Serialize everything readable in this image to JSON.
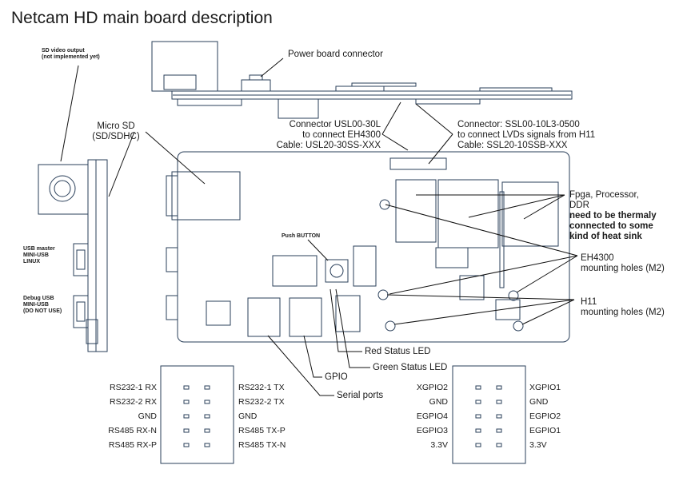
{
  "title": "Netcam HD main board description",
  "labels": {
    "sd_video_1": "SD video output",
    "sd_video_2": "(not implemented yet)",
    "power_board": "Power board connector",
    "micro_sd_1": "Micro SD",
    "micro_sd_2": "(SD/SDHC)",
    "conn1_1": "Connector USL00-30L",
    "conn1_2": "to connect EH4300",
    "conn1_3": "Cable: USL20-30SS-XXX",
    "conn2_1": "Connector: SSL00-10L3-0500",
    "conn2_2": "to connect LVDs signals from H11",
    "conn2_3": "Cable: SSL20-10SSB-XXX",
    "usb_master_1": "USB master",
    "usb_master_2": "MINI-USB",
    "usb_master_3": "LINUX",
    "debug_usb_1": "Debug USB",
    "debug_usb_2": "MINI-USB",
    "debug_usb_3": "(DO NOT USE)",
    "push_button": "Push BUTTON",
    "fpga_1": "Fpga, Processor,",
    "fpga_2": "DDR",
    "thermal_1": "need to be thermaly",
    "thermal_2": "connected to some",
    "thermal_3": "kind of heat sink",
    "eh4300_1": "EH4300",
    "eh4300_2": "mounting holes (M2)",
    "h11_1": "H11",
    "h11_2": "mounting holes (M2)",
    "red_led": "Red Status LED",
    "green_led": "Green Status LED",
    "gpio": "GPIO",
    "serial_ports": "Serial ports"
  },
  "serial_pinout": {
    "left": [
      "RS232-1 RX",
      "RS232-2 RX",
      "GND",
      "RS485 RX-N",
      "RS485 RX-P"
    ],
    "right": [
      "RS232-1 TX",
      "RS232-2 TX",
      "GND",
      "RS485 TX-P",
      "RS485 TX-N"
    ]
  },
  "gpio_pinout": {
    "left": [
      "XGPIO2",
      "GND",
      "EGPIO4",
      "EGPIO3",
      "3.3V"
    ],
    "right": [
      "XGPIO1",
      "GND",
      "EGPIO2",
      "EGPIO1",
      "3.3V"
    ]
  }
}
